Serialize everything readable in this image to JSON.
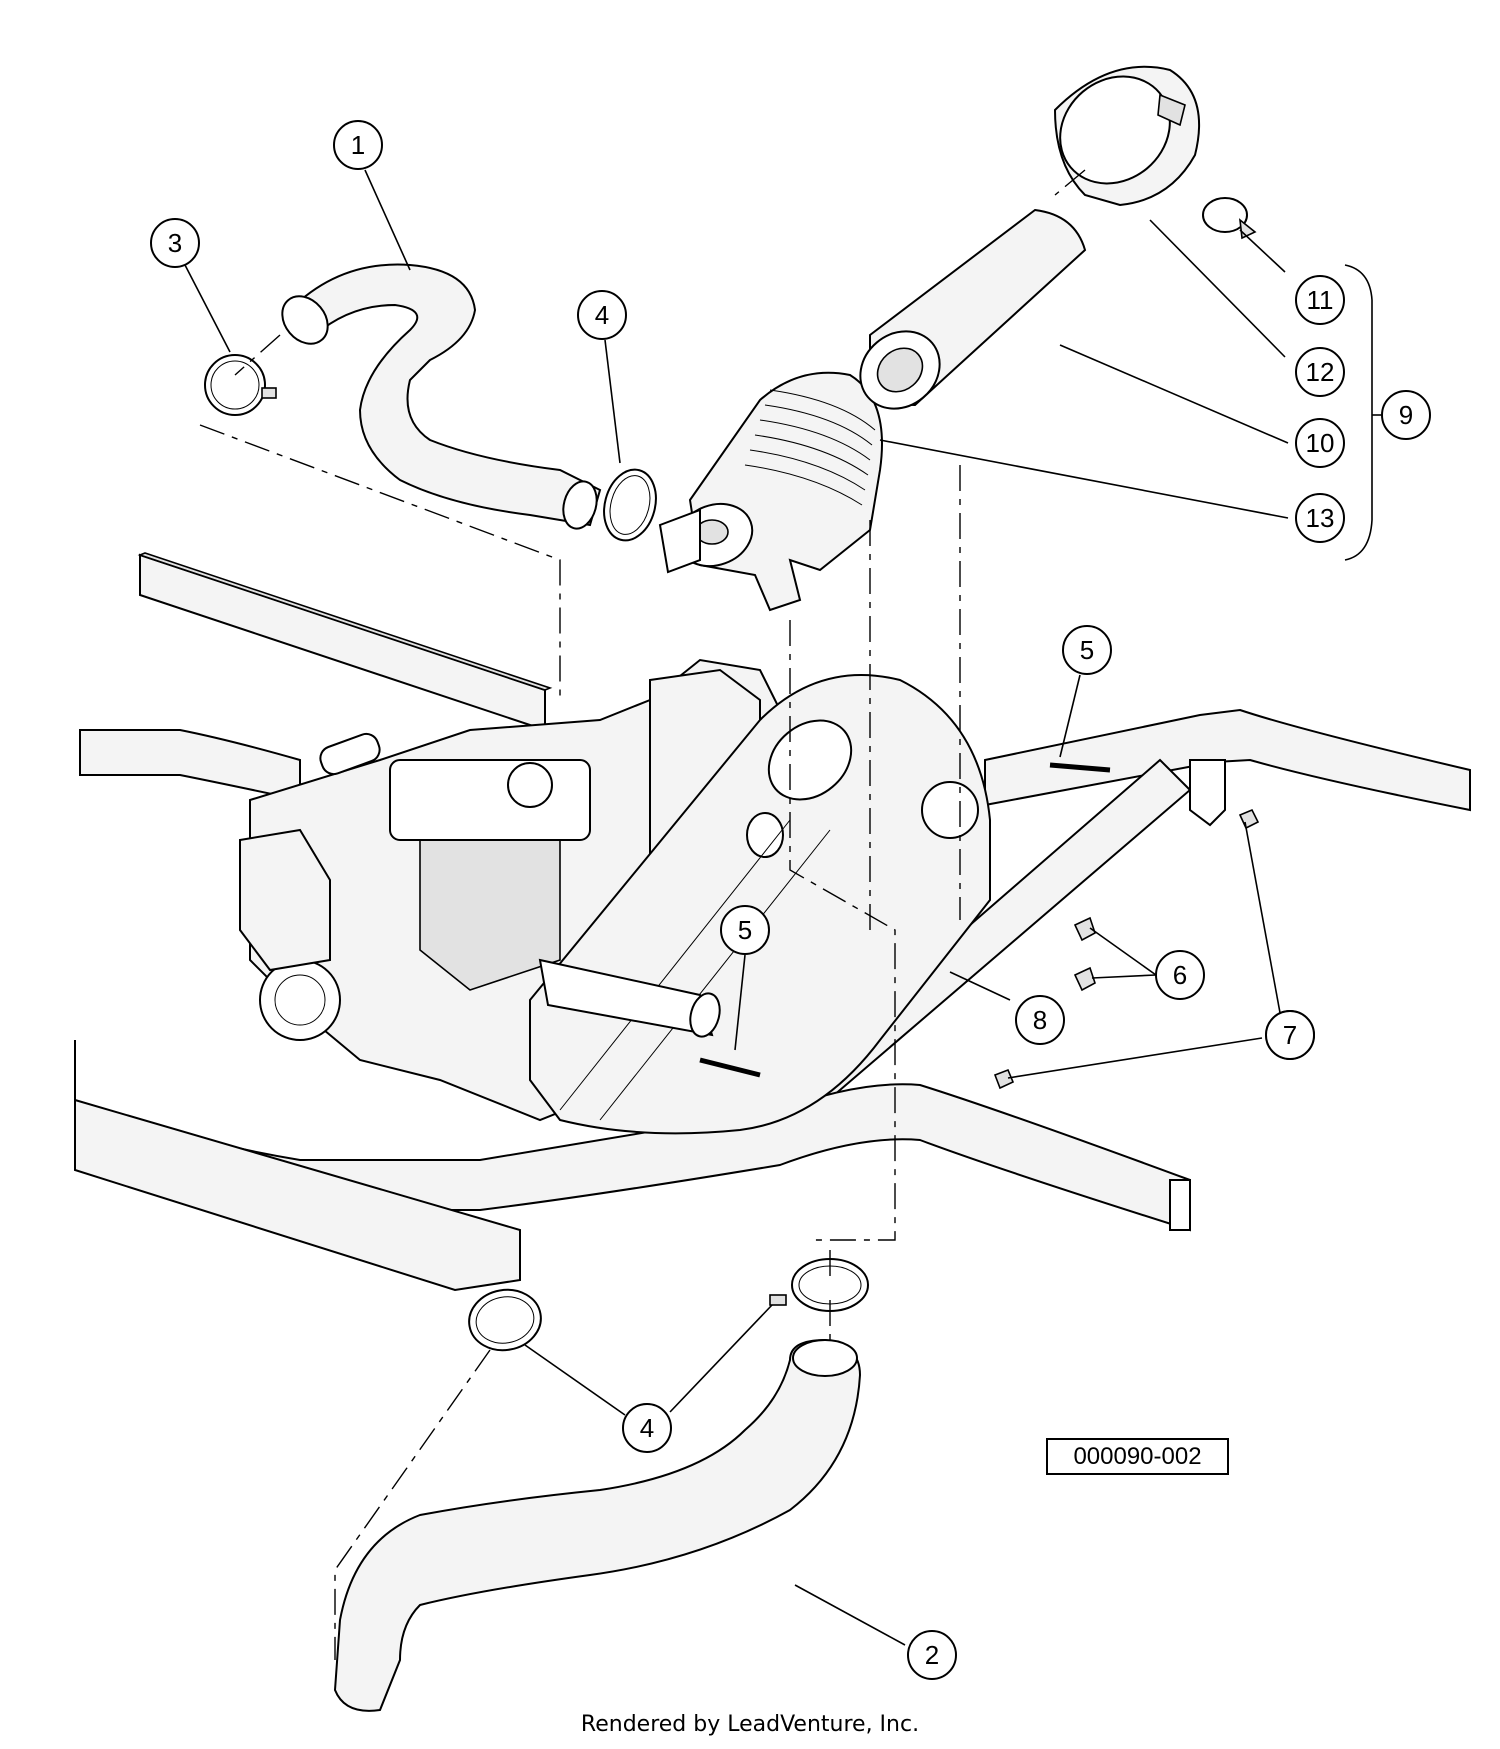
{
  "callouts": [
    {
      "id": "c1",
      "label": "1"
    },
    {
      "id": "c2",
      "label": "2"
    },
    {
      "id": "c3",
      "label": "3"
    },
    {
      "id": "c4a",
      "label": "4"
    },
    {
      "id": "c4b",
      "label": "4"
    },
    {
      "id": "c5a",
      "label": "5"
    },
    {
      "id": "c5b",
      "label": "5"
    },
    {
      "id": "c6",
      "label": "6"
    },
    {
      "id": "c7a",
      "label": "7"
    },
    {
      "id": "c7b",
      "label": "7"
    },
    {
      "id": "c8",
      "label": "8"
    },
    {
      "id": "c9",
      "label": "9"
    },
    {
      "id": "c10",
      "label": "10"
    },
    {
      "id": "c11",
      "label": "11"
    },
    {
      "id": "c12",
      "label": "12"
    },
    {
      "id": "c13",
      "label": "13"
    }
  ],
  "reference_code": "000090-002",
  "footer": "Rendered by LeadVenture, Inc."
}
